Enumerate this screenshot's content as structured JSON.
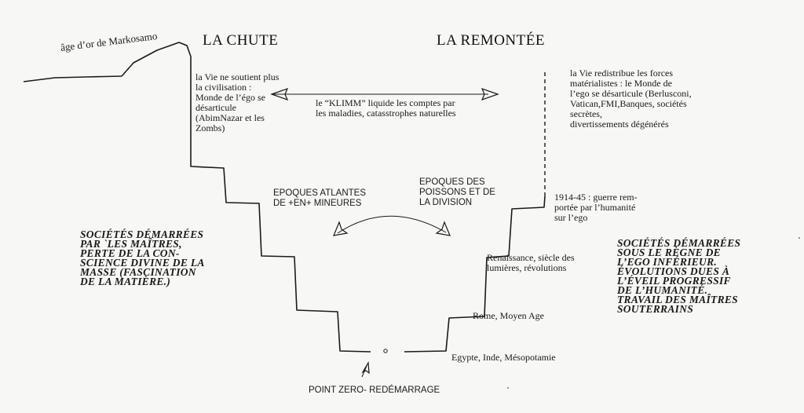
{
  "headings": {
    "fall": "LA CHUTE",
    "rise": "LA REMONTÉE"
  },
  "labels": {
    "golden_age": "âge d’or de Markosamo",
    "life_no_support": "la Vie ne soutient plus\nla civilisation :\nMonde de l’égo se\ndésarticule\n(AbimNazar et les\nZombs)",
    "klimm": "le “KLIMM” liquide les comptes par\nles maladies, catasstrophes naturelles",
    "life_redistributes": "la Vie redistribue les forces\nmatérialistes : le Monde de\nl’ego se désarticule (Berlusconi,\nVatican,FMI,Banques, sociétés\nsecrètes,\ndivertissements dégénérés",
    "epochs_atlantean": "EPOQUES ATLANTES\nDE +EN+ MINEURES",
    "epochs_pisces": "EPOQUES DES\nPOISSONS ET DE\nLA DIVISION",
    "war": "1914-45 : guerre rem-\nportée par l’humanité\nsur l’ego",
    "renaissance": "Renaissance, siècle des\nlumières, révolutions",
    "rome": "Rome, Moyen Age",
    "egypt": "Egypte, Inde, Mésopotamie",
    "zero_point": "POINT ZERO- REDÉMARRAGE",
    "left_block": "SOCIÉTÉS DÉMARRÉES\nPAR `LES MAÎTRES,\nPERTE DE LA CON-\nSCIENCE DIVINE DE LA\nMASSE (FASCINATION\nDE LA MATIÈRE.)",
    "right_block": "SOCIÉTÉS DÉMARRÉES\nSOUS LE RÈGNE DE\nL’EGO INFÉRIEUR.\nÉVOLUTIONS DUES À\nL’ÉVEIL PROGRESSIF\nDE L’HUMANITÉ.\nTRAVAIL DES MAÎTRES\nSOUTERRAINS"
  },
  "colors": {
    "ink": "#1a1a1a",
    "paper": "#f7f7f5"
  }
}
